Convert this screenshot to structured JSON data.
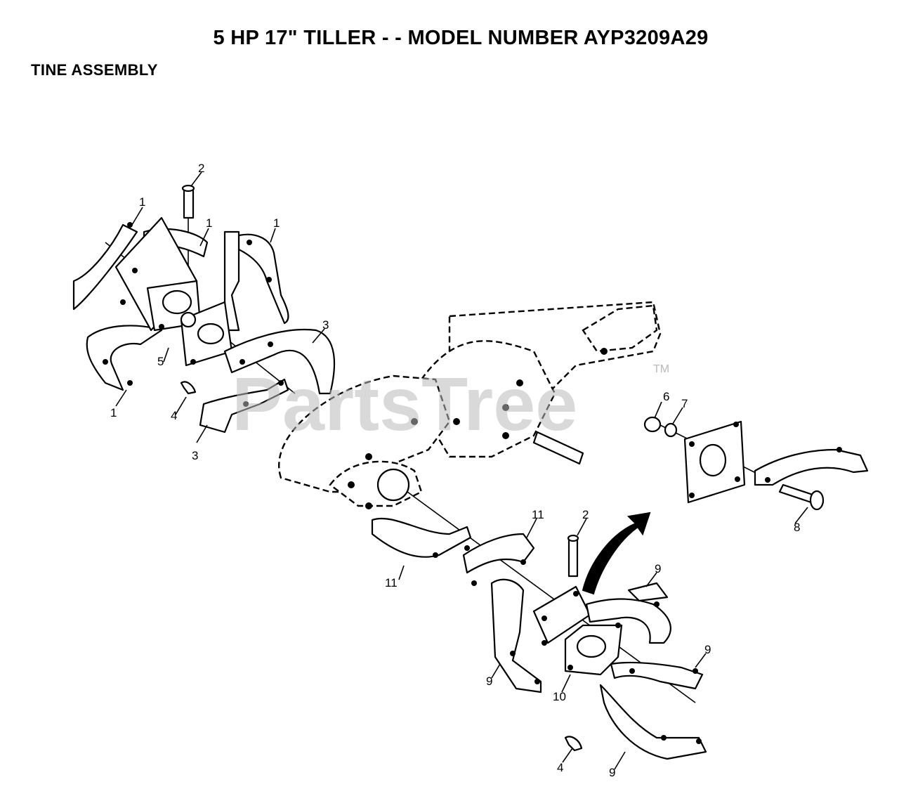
{
  "header": {
    "title": "5 HP  17\" TILLER - - MODEL NUMBER AYP3209A29",
    "subtitle": "TINE ASSEMBLY"
  },
  "watermark": {
    "text": "PartsTree",
    "trademark": "TM"
  },
  "callouts": {
    "c1a": "1",
    "c1b": "1",
    "c1c": "1",
    "c1d": "1",
    "c2a": "2",
    "c2b": "2",
    "c3a": "3",
    "c3b": "3",
    "c4a": "4",
    "c4b": "4",
    "c5": "5",
    "c6": "6",
    "c7": "7",
    "c8": "8",
    "c9a": "9",
    "c9b": "9",
    "c9c": "9",
    "c9d": "9",
    "c10": "10",
    "c11a": "11",
    "c11b": "11"
  }
}
